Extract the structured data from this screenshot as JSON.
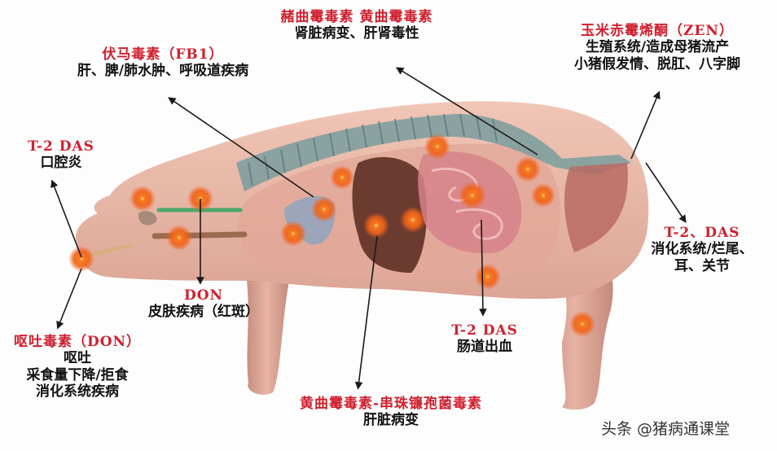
{
  "colors": {
    "toxin_title": "#d0202e",
    "effect_text": "#111111",
    "pig_skin": "#e8b4a4",
    "pig_skin_dark": "#c98f80",
    "spine": "#7f9e9e",
    "liver": "#6a3b2e",
    "hotspot": "#f26b1d",
    "arrow": "#1a1a1a"
  },
  "labels": [
    {
      "id": "zearalenone-top",
      "title": "赭曲霉毒素 黄曲霉毒素",
      "lines": [
        "肾脏病变、肝肾毒性"
      ]
    },
    {
      "id": "fb1",
      "title": "伏马毒素（FB1）",
      "lines": [
        "肝、脾/肺水肿、呼吸道疾病"
      ]
    },
    {
      "id": "zen",
      "title": "玉米赤霉烯酮（ZEN）",
      "lines": [
        "生殖系统/造成母猪流产",
        "小猪假发情、脱肛、八字脚"
      ]
    },
    {
      "id": "t2-mouth",
      "title": "T-2 DAS",
      "lines": [
        "口腔炎"
      ]
    },
    {
      "id": "t2-tail",
      "title": "T-2、DAS",
      "lines": [
        "消化系统/烂尾、",
        "耳、关节"
      ]
    },
    {
      "id": "don-skin",
      "title": "DON",
      "lines": [
        "皮肤疾病（红斑）"
      ]
    },
    {
      "id": "don-vomit",
      "title": "呕吐毒素（DON）",
      "lines": [
        "呕吐",
        "采食量下降/拒食",
        "消化系统疾病"
      ]
    },
    {
      "id": "t2-intestine",
      "title": "T-2 DAS",
      "lines": [
        "肠道出血"
      ]
    },
    {
      "id": "aflatoxin-liver",
      "title": "黄曲霉毒素-串珠镰孢菌毒素",
      "lines": [
        "肝脏病变"
      ]
    }
  ],
  "watermark": "头条 @猪病通课堂"
}
